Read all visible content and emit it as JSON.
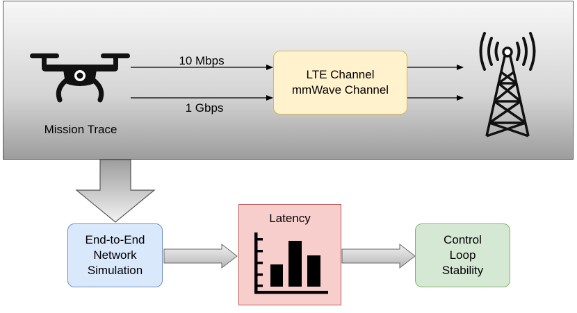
{
  "drone": {
    "label": "Mission Trace",
    "icon": "drone-icon"
  },
  "links": {
    "top_rate": "10 Mbps",
    "bottom_rate": "1 Gbps"
  },
  "channel_box": {
    "line1": "LTE Channel",
    "line2": "mmWave Channel"
  },
  "tower": {
    "icon": "cell-tower-icon"
  },
  "e2e_box": {
    "line1": "End-to-End",
    "line2": "Network",
    "line3": "Simulation"
  },
  "latency_box": {
    "title": "Latency",
    "icon": "bar-chart-icon"
  },
  "control_box": {
    "line1": "Control",
    "line2": "Loop",
    "line3": "Stability"
  },
  "colors": {
    "channel_fill": "#fff2cc",
    "channel_stroke": "#d6b656",
    "e2e_fill": "#dae8fc",
    "e2e_stroke": "#6c8ebf",
    "latency_fill": "#f8cecc",
    "latency_stroke": "#b85450",
    "control_fill": "#d5e8d4",
    "control_stroke": "#82b366"
  }
}
